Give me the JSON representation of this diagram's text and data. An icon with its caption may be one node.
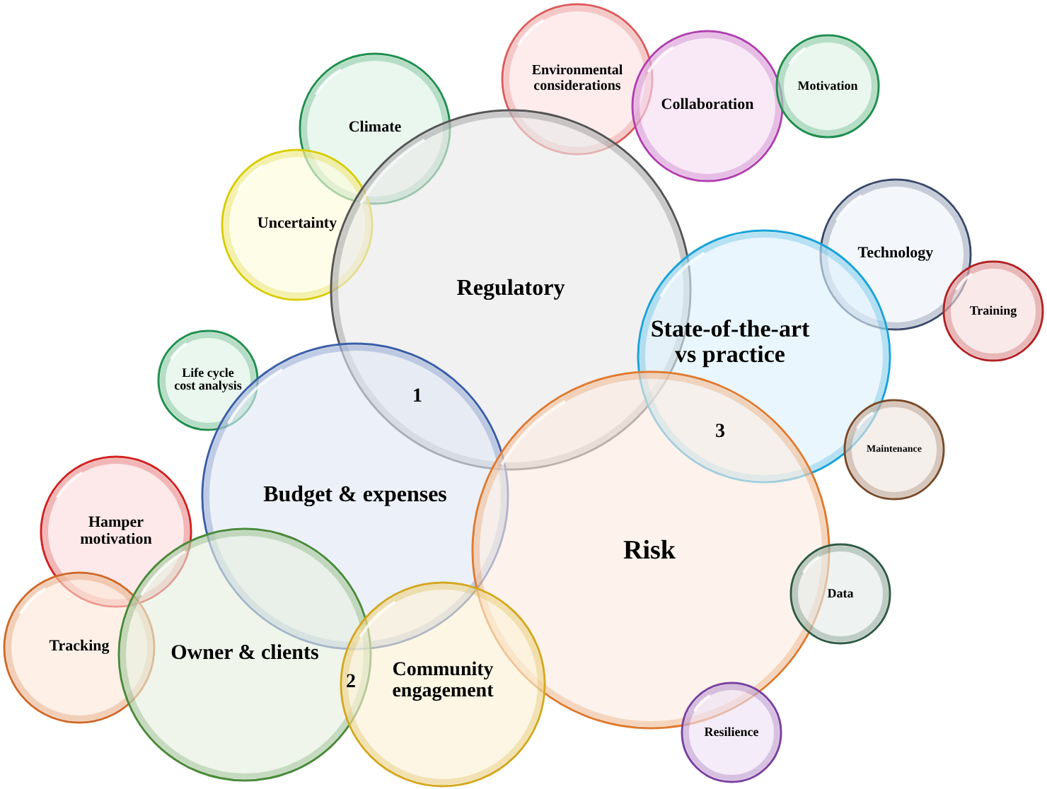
{
  "diagram": {
    "nodes": [
      {
        "text": [
          "Environmental considerations"
        ]
      },
      {
        "text": [
          "Collaboration"
        ]
      },
      {
        "text": [
          "Motivation"
        ]
      },
      {
        "text": [
          "Climate"
        ]
      },
      {
        "text": [
          "Uncertainty"
        ]
      },
      {
        "text": [
          "Regulatory"
        ]
      },
      {
        "text": [
          "Technology"
        ]
      },
      {
        "text": [
          "Training"
        ]
      },
      {
        "text": [
          "State-of-the-art vs practice"
        ]
      },
      {
        "text": [
          "Life cycle cost analysis"
        ]
      },
      {
        "text": [
          "Maintenance"
        ]
      },
      {
        "text": [
          "Hamper motivation"
        ]
      },
      {
        "text": [
          "Budget & expenses"
        ]
      },
      {
        "text": [
          "Risk"
        ]
      },
      {
        "text": [
          "Data"
        ]
      },
      {
        "text": [
          "Tracking"
        ]
      },
      {
        "text": [
          "Owner & clients"
        ]
      },
      {
        "text": [
          "Community engagement"
        ]
      },
      {
        "text": [
          "Resilience"
        ]
      }
    ],
    "labels": [
      "1",
      "2",
      "3"
    ]
  }
}
